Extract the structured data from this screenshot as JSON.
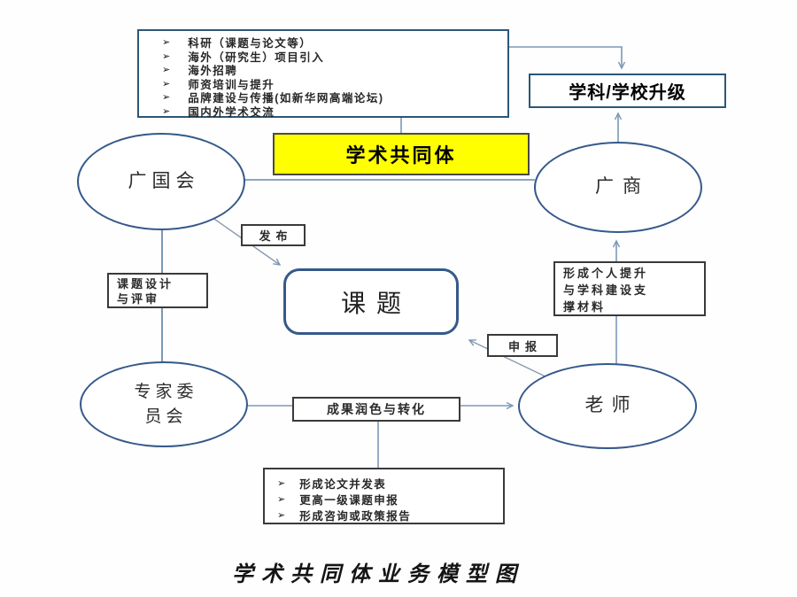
{
  "colors": {
    "highlight_yellow": "#ffff00",
    "circle_border_blue": "#35598a",
    "box_border_blue": "#2c5777",
    "box_border_dark": "#3a3a3a",
    "connector_blue": "#7c98b6",
    "text": "#1d1d1d"
  },
  "icons": {
    "bullet": "➢"
  },
  "top_list": {
    "items": [
      "科研（课题与论文等）",
      "海外（研究生）项目引入",
      "海外招聘",
      "师资培训与提升",
      "品牌建设与传播(如新华网高端论坛)",
      "国内外学术交流"
    ]
  },
  "upgrade_box": {
    "label": "学科/学校升级"
  },
  "community_box": {
    "label": "学术共同体"
  },
  "nodes": {
    "guangguohui": {
      "label": "广国会"
    },
    "guangshang": {
      "label": "广商"
    },
    "expert_committee": {
      "line1": "专家委",
      "line2": "员会"
    },
    "teacher": {
      "label": "老师"
    },
    "topic": {
      "label": "课题"
    }
  },
  "edge_labels": {
    "publish": "发布",
    "topic_design": {
      "line1": "课题设计",
      "line2": "与评审"
    },
    "apply": "申报",
    "material": {
      "line1": "形成个人提升",
      "line2": "与学科建设支",
      "line3": "撑材料"
    },
    "polish": "成果润色与转化"
  },
  "bottom_list": {
    "items": [
      "形成论文并发表",
      "更高一级课题申报",
      "形成咨询或政策报告"
    ]
  },
  "caption": "学术共同体业务模型图"
}
